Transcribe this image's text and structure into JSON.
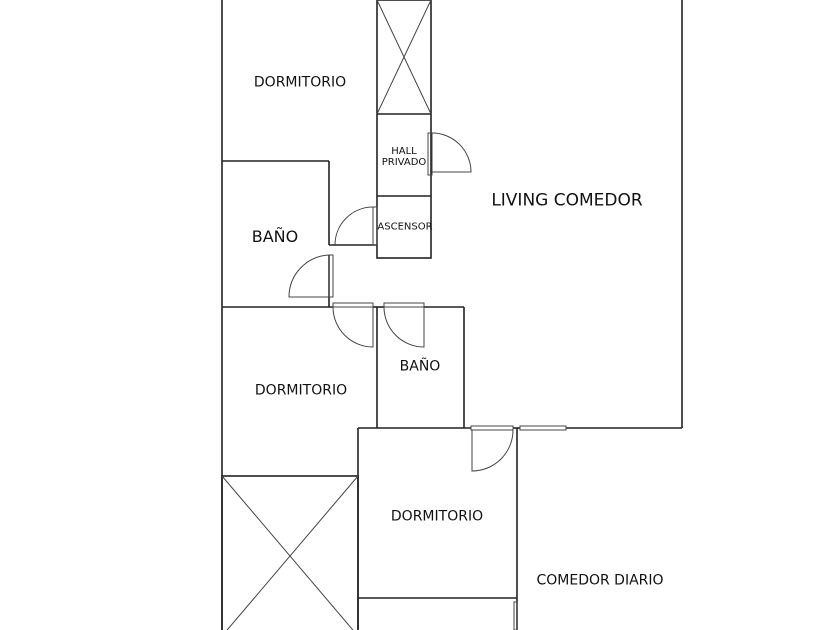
{
  "rooms": {
    "dormitorio_1": "DORMITORIO",
    "hall_privado": "HALL\nPRIVADO",
    "living_comedor": "LIVING COMEDOR",
    "bano_1": "BAÑO",
    "ascensor": "ASCENSOR",
    "dormitorio_2": "DORMITORIO",
    "bano_2": "BAÑO",
    "dormitorio_3": "DORMITORIO",
    "comedor_diario": "COMEDOR DIARIO"
  },
  "colors": {
    "wall": "#222222",
    "background": "#ffffff"
  }
}
